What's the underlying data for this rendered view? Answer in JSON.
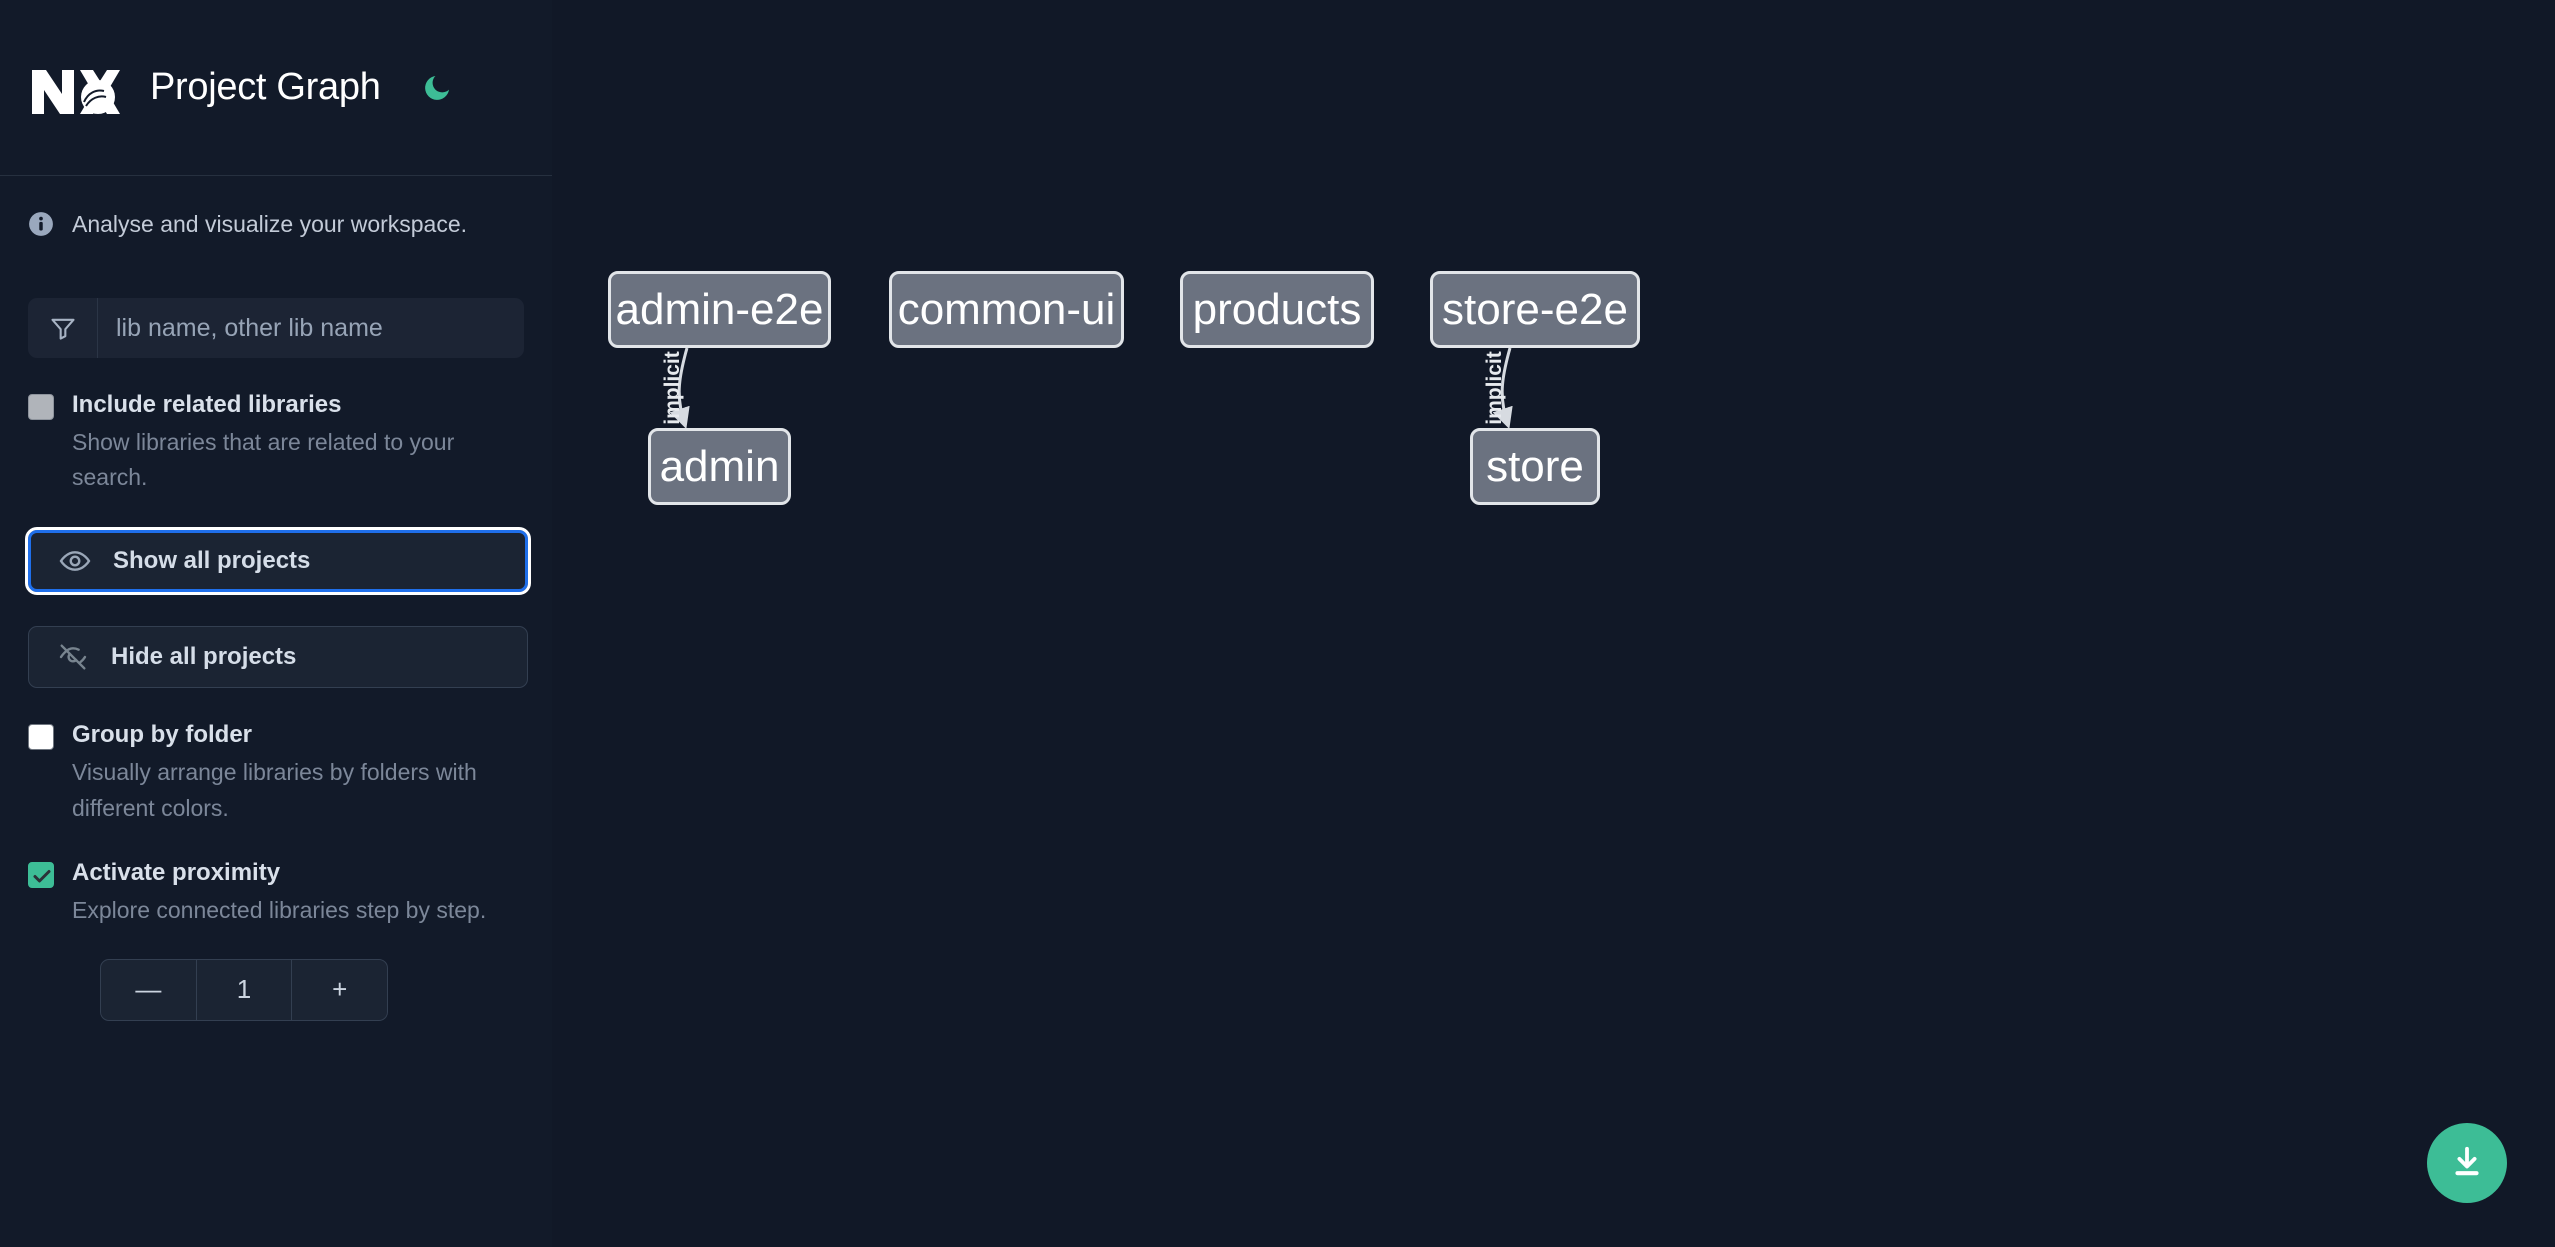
{
  "header": {
    "logo_icon": "nx-logo-icon",
    "title": "Project Graph",
    "theme_toggle_icon": "moon-icon"
  },
  "sidebar": {
    "info": {
      "icon": "info-icon",
      "text": "Analyse and visualize your workspace."
    },
    "filter": {
      "icon": "filter-funnel-icon",
      "value": "",
      "placeholder": "lib name, other lib name"
    },
    "options": [
      {
        "id": "include-related-libraries",
        "label": "Include related libraries",
        "description": "Show libraries that are related to your search.",
        "checked": false,
        "state": "disabled"
      },
      {
        "id": "group-by-folder",
        "label": "Group by folder",
        "description": "Visually arrange libraries by folders with different colors.",
        "checked": false,
        "state": "enabled"
      },
      {
        "id": "activate-proximity",
        "label": "Activate proximity",
        "description": "Explore connected libraries step by step.",
        "checked": true,
        "state": "enabled"
      }
    ],
    "buttons": [
      {
        "id": "show-all-projects",
        "label": "Show all projects",
        "icon": "eye-icon",
        "focused": true
      },
      {
        "id": "hide-all-projects",
        "label": "Hide all projects",
        "icon": "eye-off-icon",
        "focused": false
      }
    ],
    "stepper": {
      "decrement_label": "—",
      "value": "1",
      "increment_label": "+"
    }
  },
  "graph": {
    "nodes": [
      {
        "id": "admin-e2e",
        "label": "admin-e2e"
      },
      {
        "id": "common-ui",
        "label": "common-ui"
      },
      {
        "id": "products",
        "label": "products"
      },
      {
        "id": "store-e2e",
        "label": "store-e2e"
      },
      {
        "id": "admin",
        "label": "admin"
      },
      {
        "id": "store",
        "label": "store"
      }
    ],
    "edges": [
      {
        "from": "admin-e2e",
        "to": "admin",
        "label": "implicit"
      },
      {
        "from": "store-e2e",
        "to": "store",
        "label": "implicit"
      }
    ]
  },
  "download_button": {
    "icon": "download-icon",
    "label": ""
  },
  "colors": {
    "background": "#111827",
    "sidebar": "#121a29",
    "accent_green": "#3dbd96",
    "focus_blue": "#1f6feb",
    "node_fill": "#6b7280",
    "node_border": "#e2e5e9"
  }
}
